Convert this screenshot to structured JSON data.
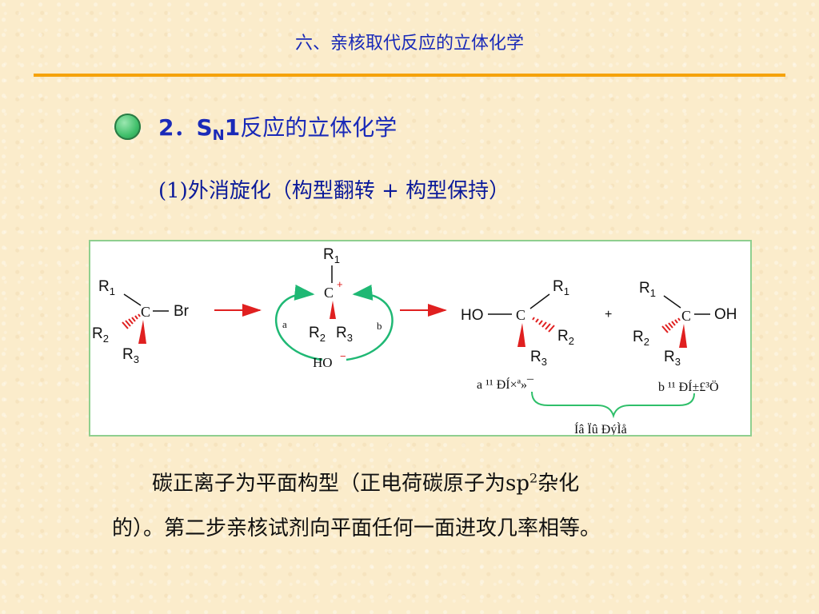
{
  "header": {
    "title": "六、亲核取代反应的立体化学"
  },
  "section": {
    "number": "2．",
    "s": "S",
    "n": "N",
    "one": "1",
    "label": "反应的立体化学"
  },
  "subheading": "(1)外消旋化（构型翻转 + 构型保持）",
  "diagram": {
    "left": {
      "r1": "R",
      "r1_sub": "1",
      "c": "C",
      "br": "Br",
      "r2": "R",
      "r2_sub": "2",
      "r3": "R",
      "r3_sub": "3"
    },
    "middle": {
      "r1": "R",
      "r1_sub": "1",
      "c": "C",
      "plus": "+",
      "r2": "R",
      "r2_sub": "2",
      "r3": "R",
      "r3_sub": "3",
      "arc_a": "a",
      "arc_b": "b",
      "ho": "HO",
      "minus": "−"
    },
    "product1": {
      "ho": "HO",
      "c": "C",
      "r1": "R",
      "r1_sub": "1",
      "r2": "R",
      "r2_sub": "2",
      "r3": "R",
      "r3_sub": "3"
    },
    "plus_sign": "+",
    "product2": {
      "r1": "R",
      "r1_sub": "1",
      "c": "C",
      "oh": "OH",
      "r2": "R",
      "r2_sub": "2",
      "r3": "R",
      "r3_sub": "3"
    },
    "label_a": "a  ¹¹  ĐÍ×ª»¯",
    "label_b": "b  ¹¹  ĐÍ±£³Ö",
    "label_bottom": "Íâ Ïû ĐýÌå",
    "colors": {
      "arrow": "#e02020",
      "arc": "#1fb874",
      "brace": "#2fbf6a",
      "wedge": "#e02020"
    }
  },
  "paragraph": {
    "line1_a": "碳正离子为平面构型（正电荷碳原子为sp",
    "line1_sup": "2",
    "line1_b": "杂化",
    "line2": "的）。第二步亲核试剂向平面任何一面进攻几率相等。"
  }
}
